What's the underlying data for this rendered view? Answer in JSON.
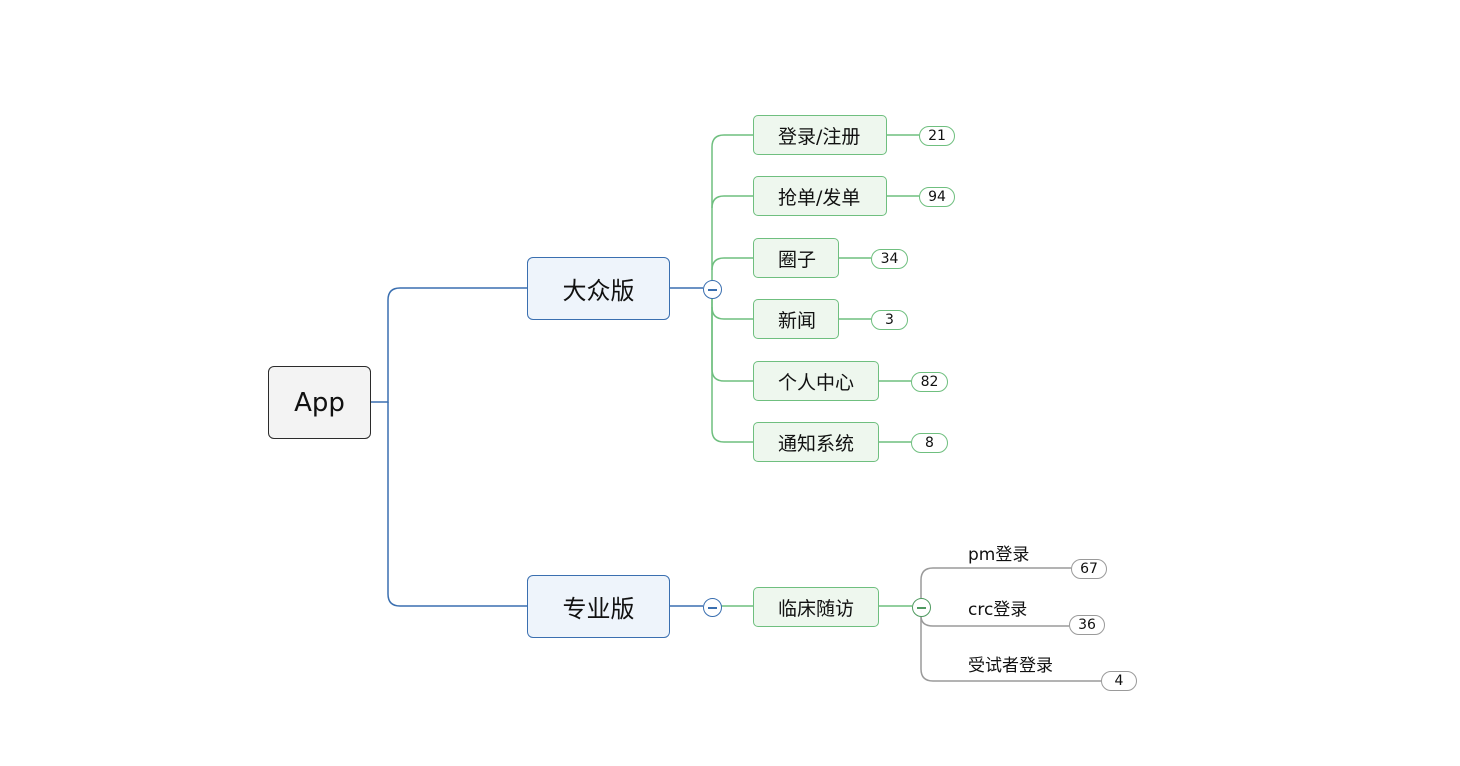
{
  "root": {
    "label": "App"
  },
  "branches": [
    {
      "label": "大众版",
      "children": [
        {
          "label": "登录/注册",
          "count": "21"
        },
        {
          "label": "抢单/发单",
          "count": "94"
        },
        {
          "label": "圈子",
          "count": "34"
        },
        {
          "label": "新闻",
          "count": "3"
        },
        {
          "label": "个人中心",
          "count": "82"
        },
        {
          "label": "通知系统",
          "count": "8"
        }
      ]
    },
    {
      "label": "专业版",
      "children": [
        {
          "label": "临床随访",
          "children": [
            {
              "label": "pm登录",
              "count": "67"
            },
            {
              "label": "crc登录",
              "count": "36"
            },
            {
              "label": "受试者登录",
              "count": "4"
            }
          ]
        }
      ]
    }
  ],
  "colors": {
    "root_border": "#2b2b2b",
    "main_border": "#3a6fb0",
    "main_fill": "#eef4fb",
    "leaf_border": "#6fbf7f",
    "leaf_fill": "#eef7ee",
    "sub_line": "#9a9a9a"
  }
}
